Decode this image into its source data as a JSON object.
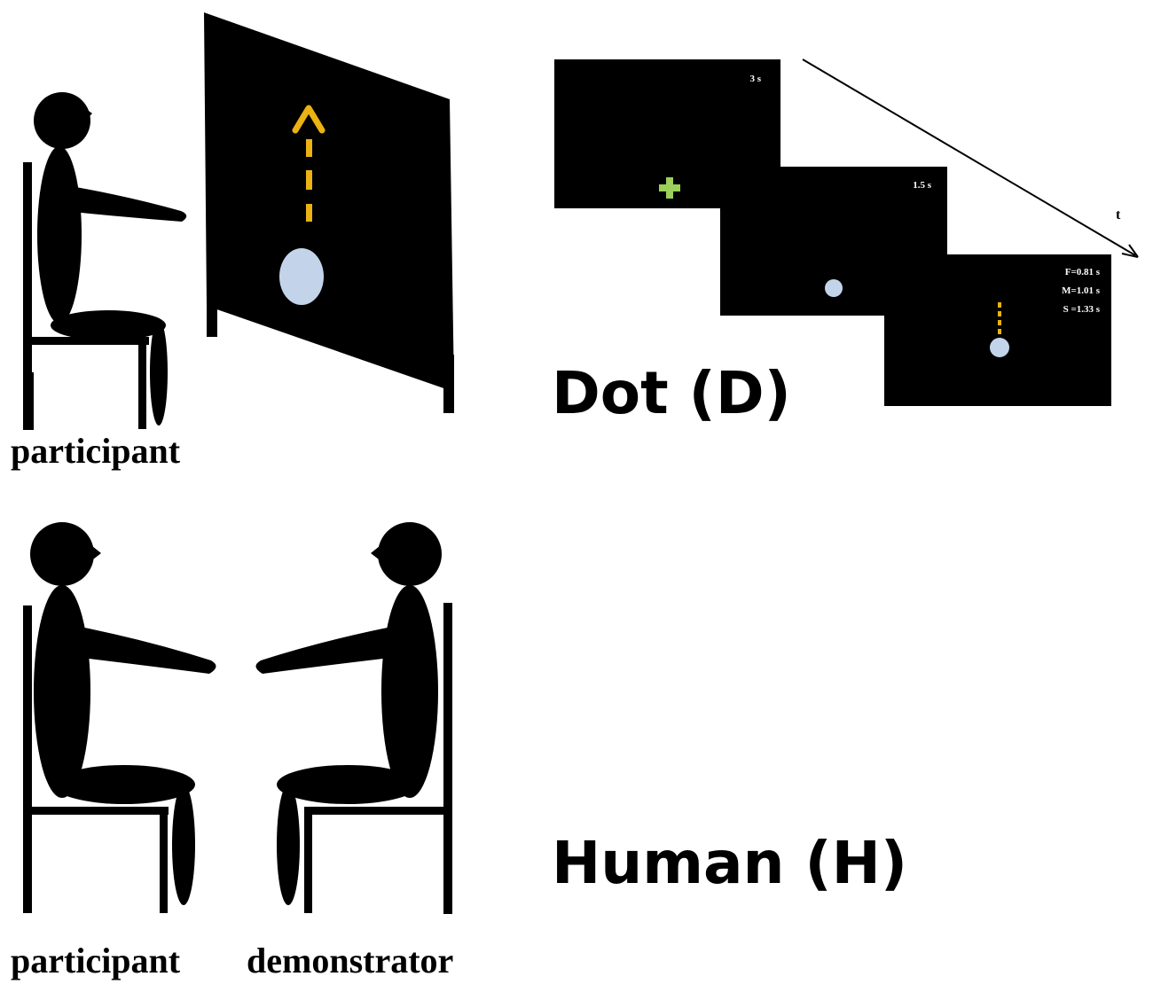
{
  "colors": {
    "figure": "#000000",
    "dot": "#c3d4ea",
    "arrow": "#eab212",
    "fixation": "#9bd05a",
    "background": "#ffffff"
  },
  "icons": {
    "person": "seated-person-icon",
    "chair": "chair-icon",
    "monitor": "tilted-monitor-icon"
  },
  "top_panel": {
    "participant_label": "participant",
    "condition_label": "Dot (D)",
    "timeline": {
      "axis_label": "t",
      "screens": [
        {
          "duration": "3 s",
          "content": "fixation-cross"
        },
        {
          "duration": "1.5 s",
          "content": "dot"
        },
        {
          "content": "dot-with-arrow",
          "speeds": [
            "F=0.81 s",
            "M=1.01 s",
            "S =1.33 s"
          ]
        }
      ]
    }
  },
  "bottom_panel": {
    "participant_label": "participant",
    "demonstrator_label": "demonstrator",
    "condition_label": "Human (H)"
  }
}
